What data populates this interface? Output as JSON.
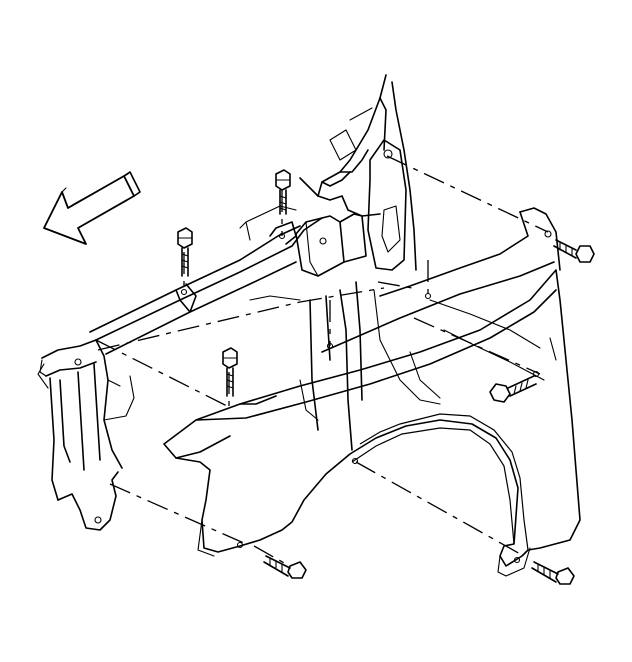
{
  "diagram": {
    "subject": "fender-mounting-exploded-view",
    "components": [
      "front-fender",
      "fender-support-rail",
      "cowl-pillar",
      "radiator-support",
      "fender-bolts"
    ],
    "bolt_count": 7,
    "direction_arrow": "vehicle-front-arrow",
    "colors": {
      "line": "#000000",
      "background": "#ffffff"
    }
  }
}
